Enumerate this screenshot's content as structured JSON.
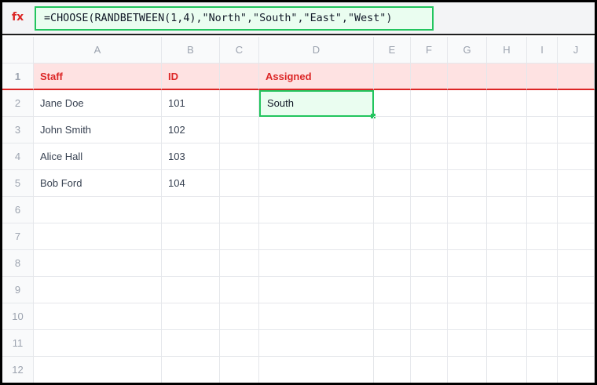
{
  "formula_bar": {
    "fx_label": "fx",
    "formula": "=CHOOSE(RANDBETWEEN(1,4),\"North\",\"South\",\"East\",\"West\")"
  },
  "columns": [
    "A",
    "B",
    "C",
    "D",
    "E",
    "F",
    "G",
    "H",
    "I",
    "J"
  ],
  "rows": [
    {
      "num": "1",
      "cells": [
        "Staff",
        "ID",
        "",
        "Assigned",
        "",
        "",
        "",
        "",
        "",
        ""
      ]
    },
    {
      "num": "2",
      "cells": [
        "Jane Doe",
        "101",
        "",
        "South",
        "",
        "",
        "",
        "",
        "",
        ""
      ]
    },
    {
      "num": "3",
      "cells": [
        "John Smith",
        "102",
        "",
        "",
        "",
        "",
        "",
        "",
        "",
        ""
      ]
    },
    {
      "num": "4",
      "cells": [
        "Alice Hall",
        "103",
        "",
        "",
        "",
        "",
        "",
        "",
        "",
        ""
      ]
    },
    {
      "num": "5",
      "cells": [
        "Bob Ford",
        "104",
        "",
        "",
        "",
        "",
        "",
        "",
        "",
        ""
      ]
    },
    {
      "num": "6",
      "cells": [
        "",
        "",
        "",
        "",
        "",
        "",
        "",
        "",
        "",
        ""
      ]
    },
    {
      "num": "7",
      "cells": [
        "",
        "",
        "",
        "",
        "",
        "",
        "",
        "",
        "",
        ""
      ]
    },
    {
      "num": "8",
      "cells": [
        "",
        "",
        "",
        "",
        "",
        "",
        "",
        "",
        "",
        ""
      ]
    },
    {
      "num": "9",
      "cells": [
        "",
        "",
        "",
        "",
        "",
        "",
        "",
        "",
        "",
        ""
      ]
    },
    {
      "num": "10",
      "cells": [
        "",
        "",
        "",
        "",
        "",
        "",
        "",
        "",
        "",
        ""
      ]
    },
    {
      "num": "11",
      "cells": [
        "",
        "",
        "",
        "",
        "",
        "",
        "",
        "",
        "",
        ""
      ]
    },
    {
      "num": "12",
      "cells": [
        "",
        "",
        "",
        "",
        "",
        "",
        "",
        "",
        "",
        ""
      ]
    }
  ],
  "selection": {
    "cell": "D2",
    "value": "South"
  },
  "colors": {
    "header_fill": "#fee2e2",
    "header_text": "#dc2626",
    "selection_border": "#22c55e",
    "selection_fill": "#eafdf0"
  }
}
